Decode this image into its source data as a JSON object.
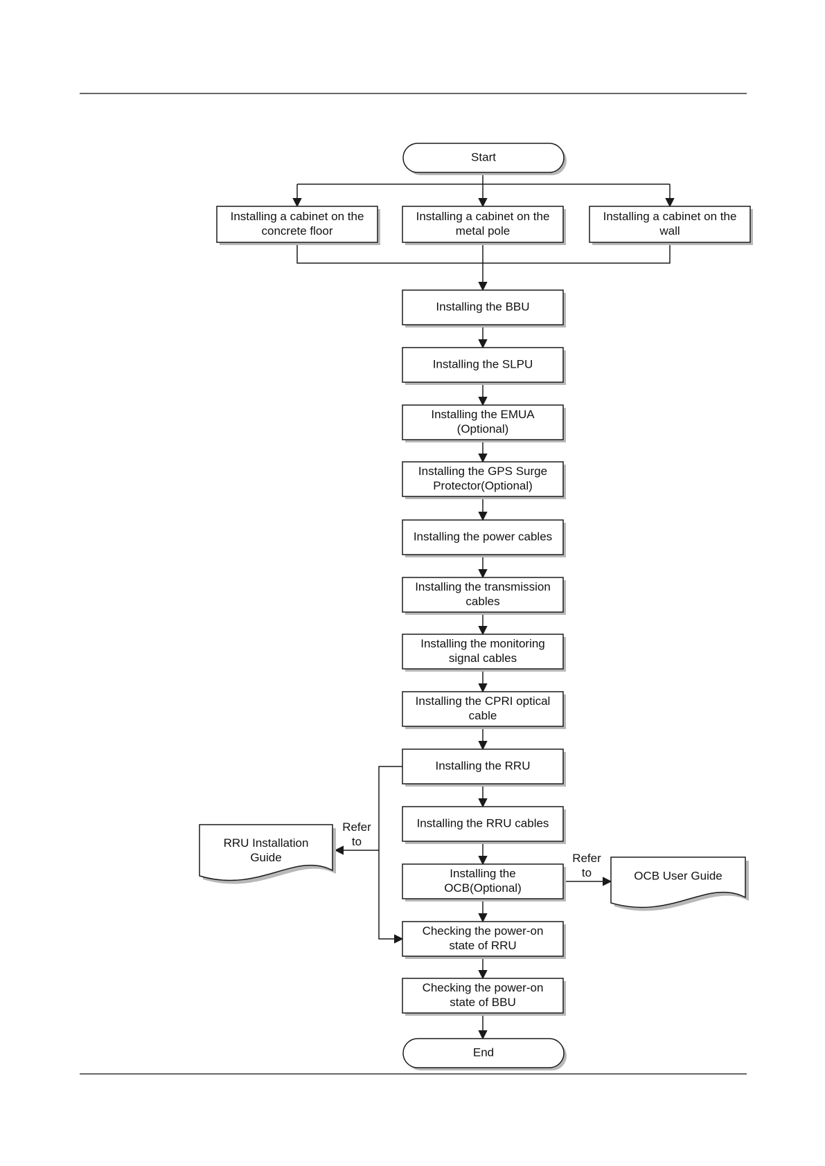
{
  "flowchart": {
    "start": "Start",
    "end": "End",
    "cabinet_options": [
      [
        "Installing a cabinet on the",
        "concrete floor"
      ],
      [
        "Installing a cabinet on the",
        "metal pole"
      ],
      [
        "Installing a cabinet on the",
        "wall"
      ]
    ],
    "steps": [
      [
        "Installing the BBU"
      ],
      [
        "Installing the SLPU"
      ],
      [
        "Installing the EMUA",
        "(Optional)"
      ],
      [
        "Installing the GPS Surge",
        "Protector(Optional)"
      ],
      [
        "Installing the power cables"
      ],
      [
        "Installing the transmission",
        "cables"
      ],
      [
        "Installing the monitoring",
        "signal cables"
      ],
      [
        "Installing the CPRI optical",
        "cable"
      ],
      [
        "Installing the RRU"
      ],
      [
        "Installing the RRU cables"
      ],
      [
        "Installing the",
        "OCB(Optional)"
      ],
      [
        "Checking the power-on",
        "state of RRU"
      ],
      [
        "Checking the power-on",
        "state of BBU"
      ]
    ],
    "references": [
      {
        "doc": [
          "RRU Installation",
          "Guide"
        ],
        "label": [
          "Refer",
          "to"
        ]
      },
      {
        "doc": [
          "OCB User Guide"
        ],
        "label": [
          "Refer",
          "to"
        ]
      }
    ]
  },
  "colors": {
    "line": "#1a1a1a",
    "box_fill": "#ffffff",
    "shadow": "#b8b8b8",
    "rule": "#333333"
  }
}
